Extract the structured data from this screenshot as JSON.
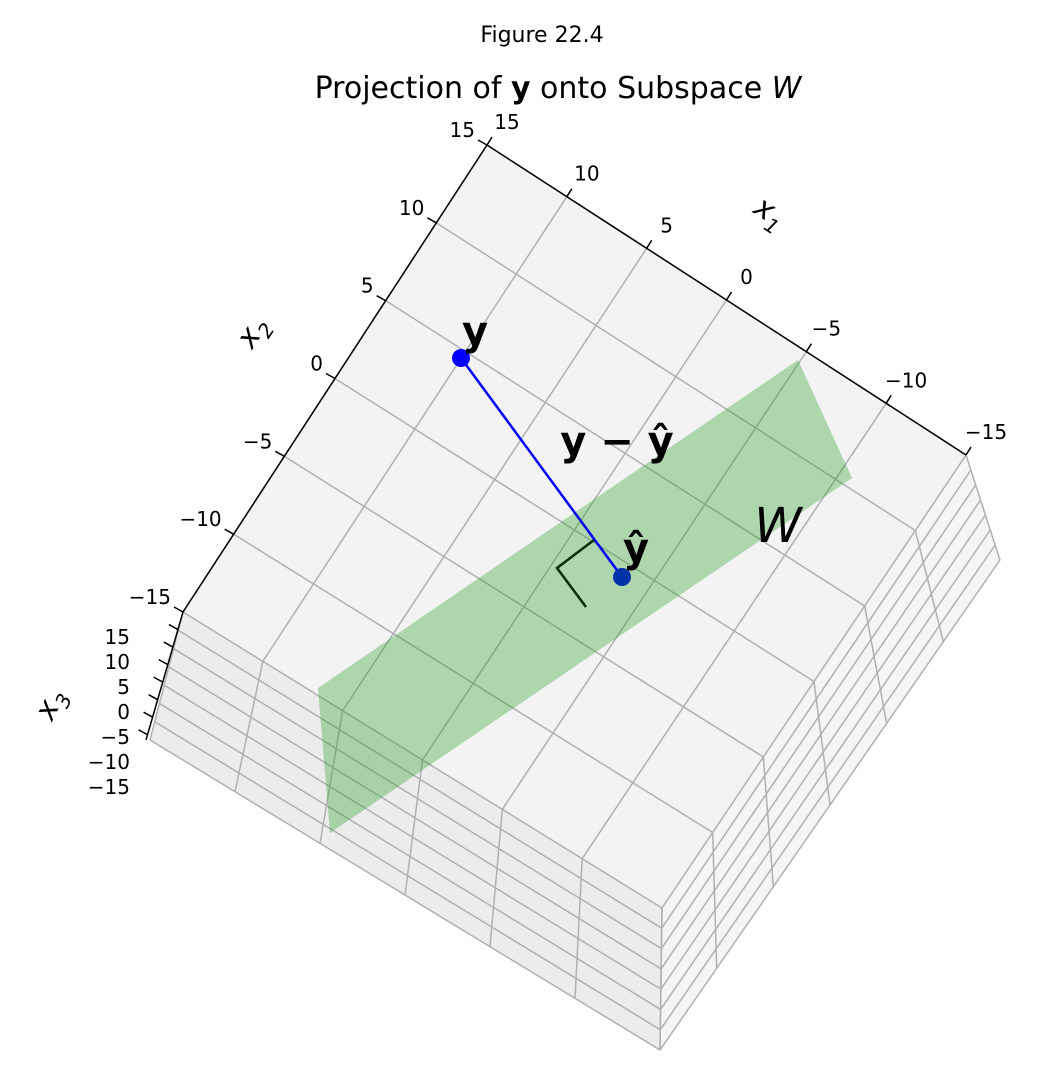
{
  "figure_label": "Figure 22.4",
  "chart_data": {
    "type": "3d-surface-diagram",
    "title_parts": [
      "Projection of ",
      "y",
      " onto Subspace ",
      "W"
    ],
    "axes": {
      "x1": {
        "label": "x1",
        "label_main": "x",
        "label_sub": "1",
        "range": [
          -15,
          15
        ],
        "ticks": [
          "15",
          "10",
          "5",
          "0",
          "−5",
          "−10",
          "−15"
        ]
      },
      "x2": {
        "label": "x2",
        "label_main": "x",
        "label_sub": "2",
        "range": [
          -15,
          15
        ],
        "ticks": [
          "15",
          "10",
          "5",
          "0",
          "−5",
          "−10",
          "−15"
        ]
      },
      "x3": {
        "label": "x3",
        "label_main": "x",
        "label_sub": "3",
        "range": [
          -15,
          15
        ],
        "ticks": [
          "15",
          "10",
          "5",
          "0",
          "−5",
          "−10",
          "−15"
        ]
      }
    },
    "points": [
      {
        "name": "y",
        "label": "y",
        "color": "#0000ff"
      },
      {
        "name": "y_hat",
        "label": "ŷ",
        "color": "#0033aa"
      }
    ],
    "residual": {
      "label": "y − ŷ",
      "color": "#0000ff"
    },
    "plane": {
      "label": "W",
      "color": "#2ca02c",
      "alpha": 0.35
    },
    "right_angle_marker": true,
    "grid": true,
    "pane_color": "#f2f2f2"
  }
}
